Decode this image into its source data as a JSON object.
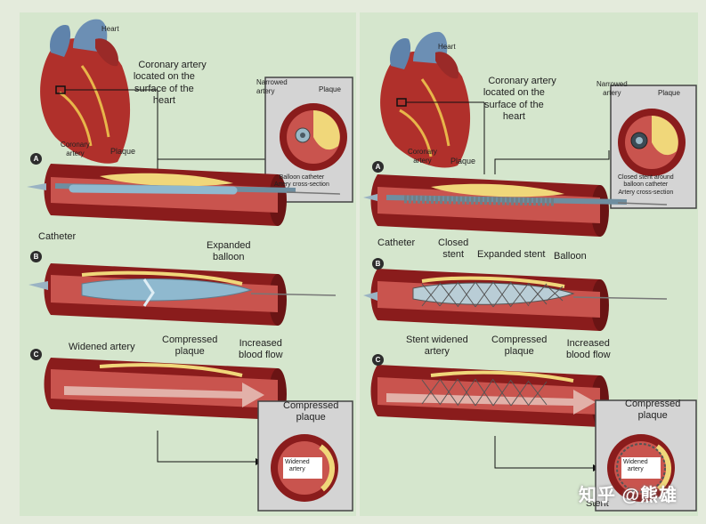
{
  "left": {
    "heart": "Heart",
    "coronary_artery_title": "Coronary artery\nlocated on the\nsurface of the\nheart",
    "inset_top": {
      "narrowed": "Narrowed\nartery",
      "plaque": "Plaque",
      "caption": "Balloon catheter\nArtery cross-section"
    },
    "step_a": {
      "letter": "A",
      "coronary": "Coronary\nartery",
      "plaque": "Plaque",
      "catheter": "Catheter"
    },
    "step_b": {
      "letter": "B",
      "expanded": "Expanded\nballoon"
    },
    "step_c": {
      "letter": "C",
      "widened": "Widened artery",
      "compressed": "Compressed\nplaque",
      "increased": "Increased\nblood flow"
    },
    "inset_bottom": {
      "compressed": "Compressed\nplaque",
      "widened": "Widened\nartery"
    }
  },
  "right": {
    "heart": "Heart",
    "coronary_artery_title": "Coronary artery\nlocated on the\nsurface of the\nheart",
    "inset_top": {
      "narrowed": "Narrowed\nartery",
      "plaque": "Plaque",
      "caption": "Closed stent around\nballoon catheter\nArtery cross-section"
    },
    "step_a": {
      "letter": "A",
      "coronary": "Coronary\nartery",
      "plaque": "Plaque",
      "catheter": "Catheter",
      "closed_stent": "Closed\nstent"
    },
    "step_b": {
      "letter": "B",
      "expanded_stent": "Expanded stent",
      "balloon": "Balloon"
    },
    "step_c": {
      "letter": "C",
      "stent_widened": "Stent widened\nartery",
      "compressed": "Compressed\nplaque",
      "increased": "Increased\nblood flow"
    },
    "inset_bottom": {
      "compressed": "Compressed\nplaque",
      "widened": "Widened\nartery",
      "stent": "Stent"
    }
  },
  "watermark": "知乎 @熊雄",
  "colors": {
    "artery_outer": "#8a1c1c",
    "artery_inner": "#b93a34",
    "plaque": "#f0d77a",
    "balloon": "#8fb9cf",
    "background": "#d5e6cd"
  }
}
